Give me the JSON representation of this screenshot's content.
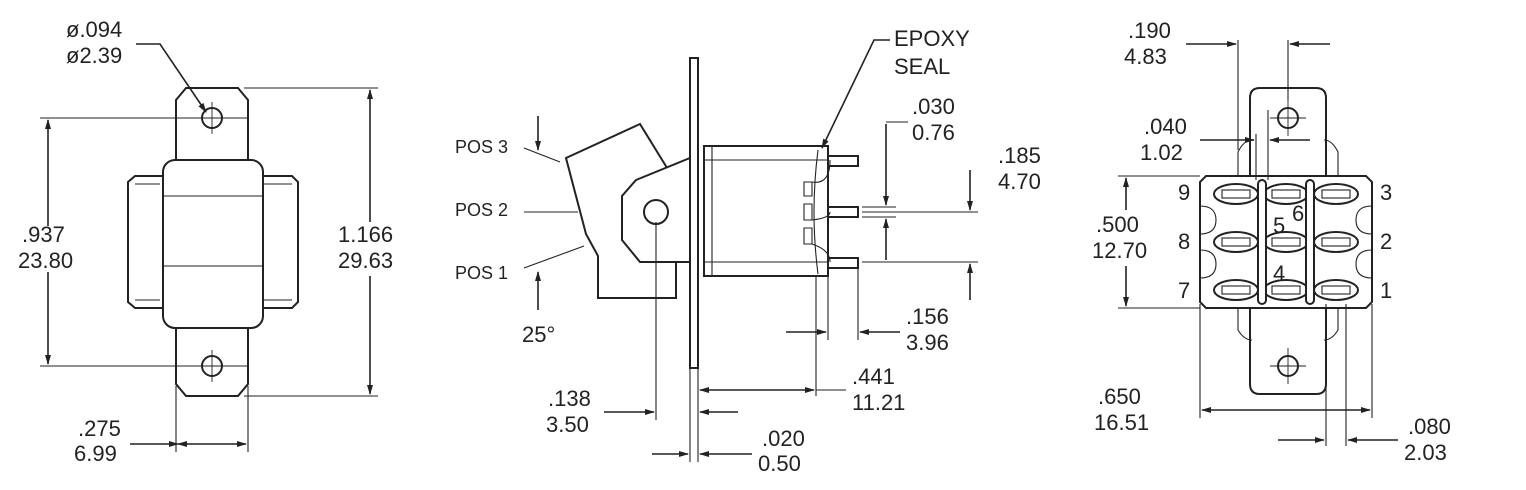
{
  "front_view": {
    "hole_dia_in": "ø.094",
    "hole_dia_mm": "ø2.39",
    "hole_spacing_in": ".937",
    "hole_spacing_mm": "23.80",
    "overall_length_in": "1.166",
    "overall_length_mm": "29.63",
    "tab_width_in": ".275",
    "tab_width_mm": "6.99"
  },
  "side_view": {
    "pos3": "POS 3",
    "pos2": "POS 2",
    "pos1": "POS 1",
    "angle": "25°",
    "epoxy_line1": "EPOXY",
    "epoxy_line2": "SEAL",
    "d030_in": ".030",
    "d030_mm": "0.76",
    "d185_in": ".185",
    "d185_mm": "4.70",
    "d156_in": ".156",
    "d156_mm": "3.96",
    "d441_in": ".441",
    "d441_mm": "11.21",
    "d138_in": ".138",
    "d138_mm": "3.50",
    "d020_in": ".020",
    "d020_mm": "0.50"
  },
  "rear_view": {
    "d190_in": ".190",
    "d190_mm": "4.83",
    "d040_in": ".040",
    "d040_mm": "1.02",
    "d500_in": ".500",
    "d500_mm": "12.70",
    "d650_in": ".650",
    "d650_mm": "16.51",
    "d080_in": ".080",
    "d080_mm": "2.03",
    "terminals": [
      "9",
      "8",
      "7",
      "3",
      "2",
      "1",
      "5",
      "6",
      "4"
    ]
  }
}
